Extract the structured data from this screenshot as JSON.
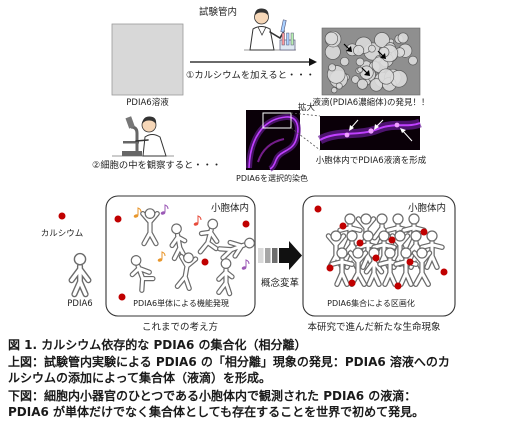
{
  "figure": {
    "top": {
      "in_vitro_label": "試験管内",
      "solution_label": "PDIA6溶液",
      "step1_text": "①カルシウムを加えると・・・",
      "droplet_discovery_label": "液滴(PDIA6濃縮体)の発見！！"
    },
    "middle": {
      "step2_text": "②細胞の中を観察すると・・・",
      "staining_label": "PDIA6を選択的染色",
      "zoom_label": "拡大",
      "er_droplet_label": "小胞体内でPDIA6液滴を形成"
    },
    "bottom": {
      "calcium_label": "カルシウム",
      "pdia6_label": "PDIA6",
      "old_view": {
        "compartment_label": "小胞体内",
        "inner_caption": "PDIA6単体による機能発現",
        "title": "これまでの考え方"
      },
      "shift_label": "概念変革",
      "new_view": {
        "compartment_label": "小胞体内",
        "inner_caption": "PDIA6集合による区画化",
        "title": "本研究で進んだ新たな生命現象"
      }
    }
  },
  "caption": {
    "title": "図 1. カルシウム依存的な PDIA6 の集合化（相分離）",
    "lines": [
      "上図：試験管内実験による PDIA6 の「相分離」現象の発見：PDIA6 溶液へのカ",
      "ルシウムの添加によって集合体（液滴）を形成。",
      "下図：細胞内小器官のひとつである小胞体内で観測された PDIA6 の液滴：",
      "PDIA6 が単体だけでなく集合体としても存在することを世界で初めて発見。"
    ]
  },
  "colors": {
    "calcium": "#c00000",
    "stain_label": "#7030a0",
    "fluorescence": "#c040ff",
    "arrow": "#111111",
    "micrograph_background": "#8f8f8f",
    "solution_gray": "#d8d8d8"
  },
  "icons": {
    "lab_scientist": "scientist-with-test-tubes-icon",
    "microscope_scientist": "scientist-with-microscope-icon",
    "protein": "person-figure-icon",
    "calcium": "red-dot-icon",
    "music": "music-note-icon",
    "transition": "right-arrow-icon"
  }
}
